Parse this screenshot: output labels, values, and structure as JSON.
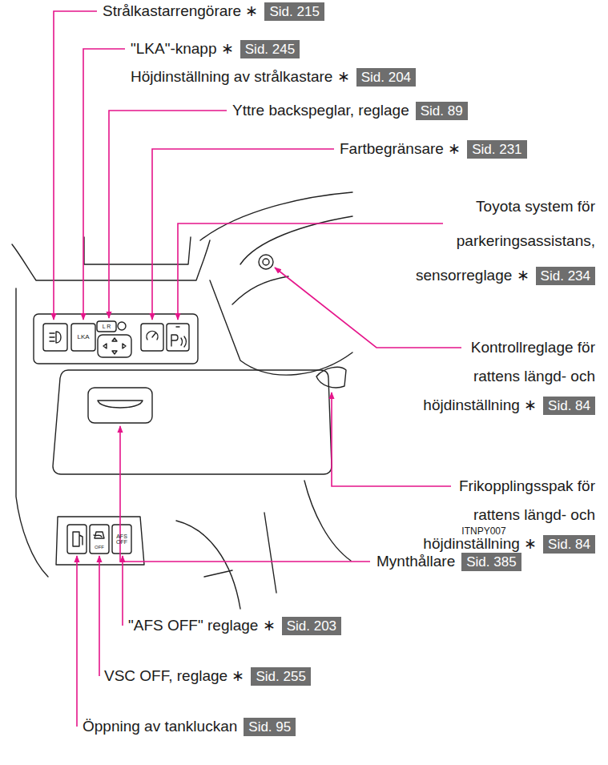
{
  "diagram": {
    "nodes": [
      {
        "text": [
          "Sid. 215"
        ]
      },
      {
        "text": [
          "Sid. 245"
        ]
      },
      {
        "text": [
          "Sid. 204"
        ]
      },
      {
        "text": [
          "Sid. 89"
        ]
      },
      {
        "text": [
          "Sid. 231"
        ]
      },
      {
        "text": [
          "Sid. 234"
        ]
      },
      {
        "text": [
          "Sid. 84"
        ]
      },
      {
        "text": [
          "Sid. 84"
        ]
      },
      {
        "text": [
          "Sid. 385"
        ]
      },
      {
        "text": [
          "Sid. 203"
        ]
      },
      {
        "text": [
          "Sid. 255"
        ]
      },
      {
        "text": [
          "Sid. 95"
        ]
      }
    ],
    "labels": [
      "Strålkastarrengörare ∗",
      "\"LKA\"-knapp ∗",
      "Höjdinställning av strålkastare ∗",
      "Yttre backspeglar, reglage",
      "Fartbegränsare ∗",
      "Toyota system för parkeringsassistans, sensorreglage ∗",
      "Kontrollreglage för rattens längd- och höjdinställning ∗",
      "Frikopplingsspak för rattens längd- och höjdinställning ∗",
      "Mynthållare",
      "ITNPY007",
      "\"AFS OFF\" reglage ∗",
      "VSC OFF, reglage ∗",
      "Öppning av tankluckan",
      "LKA",
      "L R",
      "AFS OFF",
      "OFF"
    ]
  }
}
